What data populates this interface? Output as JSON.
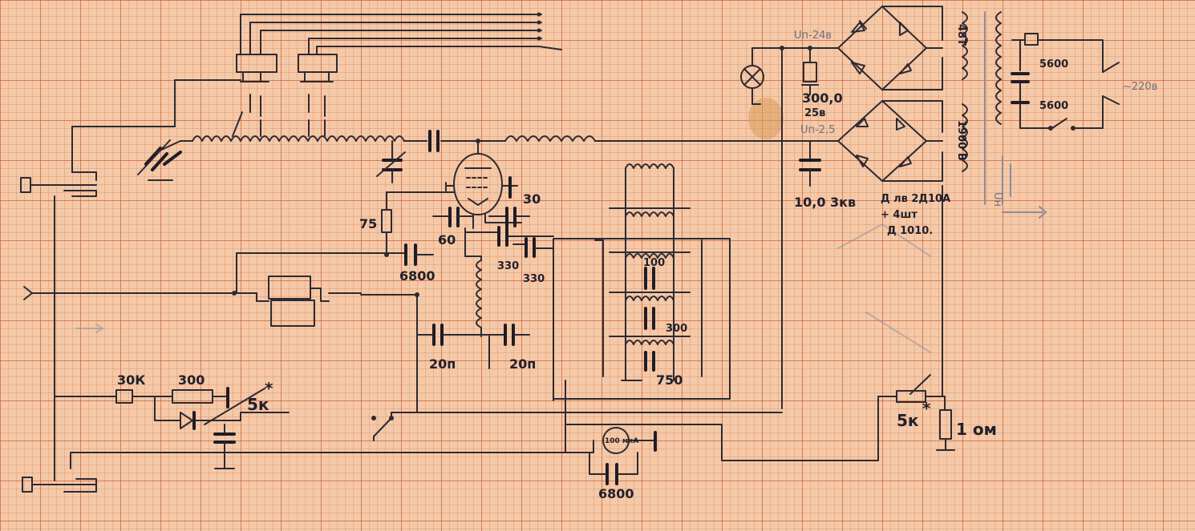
{
  "labels": {
    "res_30k": "30К",
    "res_300": "300",
    "res_5k_a": "5к",
    "star_a": "*",
    "res_75": "75",
    "cap_6800_a": "6800",
    "cap_60": "60",
    "cap_30": "30",
    "cap_330_a": "330",
    "cap_330_b": "330",
    "cap_20p_a": "20п",
    "cap_20p_b": "20п",
    "cap_100": "100",
    "cap_300": "300",
    "cap_750": "750",
    "meter": "100 мкА",
    "cap_6800_b": "6800",
    "cap_300_0": "300,0",
    "volt_25": "25в",
    "cap_10_0": "10,0 3кв",
    "u_top": "Uп-24в",
    "u_mid": "Uп-2,5",
    "wind_1": "48Т",
    "wind_2": "1900 В",
    "diodes_a": "Д лв 2Д10А",
    "diodes_b": "+ 4шт",
    "diodes_c": "Д 1010.",
    "res_5k_b": "5к",
    "star_b": "*",
    "res_1om": "1 ом",
    "cap_5600_a": "5600",
    "cap_5600_b": "5600",
    "mains": "~220в",
    "fil": "Uн"
  }
}
